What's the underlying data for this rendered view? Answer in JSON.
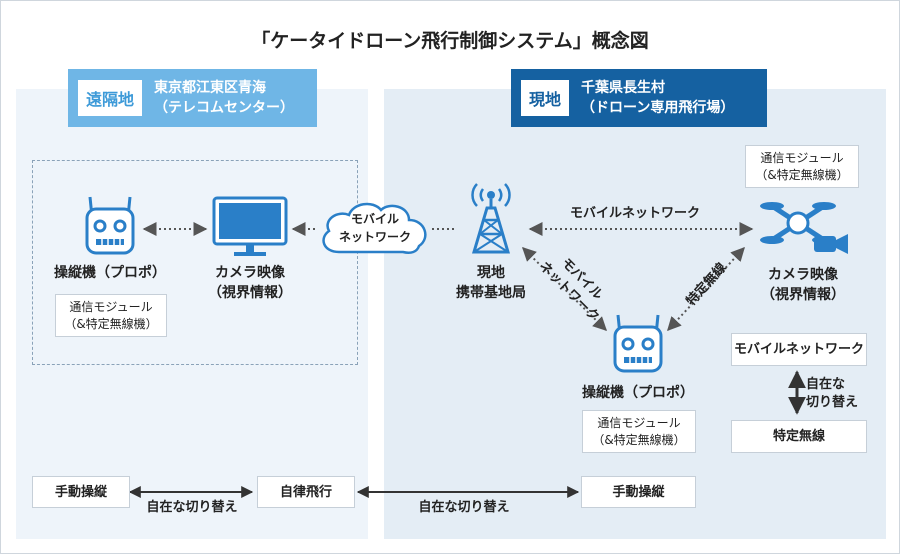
{
  "title": "「ケータイドローン飛行制御システム」概念図",
  "remote": {
    "tag": "遠隔地",
    "line1": "東京都江東区青海",
    "line2": "（テレコムセンター）"
  },
  "local": {
    "tag": "現地",
    "line1": "千葉県長生村",
    "line2": "（ドローン専用飛行場）"
  },
  "nodes": {
    "remote_controller": "操縦機（プロポ）",
    "remote_module_1": "通信モジュール",
    "remote_module_2": "（&特定無線機）",
    "remote_camera_1": "カメラ映像",
    "remote_camera_2": "（視界情報）",
    "cloud_1": "モバイル",
    "cloud_2": "ネットワーク",
    "tower_1": "現地",
    "tower_2": "携帯基地局",
    "drone_module_1": "通信モジュール",
    "drone_module_2": "（&特定無線機）",
    "drone_camera_1": "カメラ映像",
    "drone_camera_2": "（視界情報）",
    "local_controller": "操縦機（プロポ）",
    "local_module_1": "通信モジュール",
    "local_module_2": "（&特定無線機）"
  },
  "links": {
    "tower_drone": "モバイルネットワーク",
    "tower_controller_1": "モバイル",
    "tower_controller_2": "ネットワーク",
    "drone_controller": "特定無線"
  },
  "switch_panel": {
    "top": "モバイルネットワーク",
    "label_1": "自在な",
    "label_2": "切り替え",
    "bottom": "特定無線"
  },
  "bottom_row": {
    "manual_left": "手動操縦",
    "switch_left": "自在な切り替え",
    "autonomous": "自律飛行",
    "switch_right": "自在な切り替え",
    "manual_right": "手動操縦"
  },
  "colors": {
    "remote_accent": "#6fb6e6",
    "local_accent": "#1561a1",
    "icon_blue": "#2a7fc8"
  }
}
